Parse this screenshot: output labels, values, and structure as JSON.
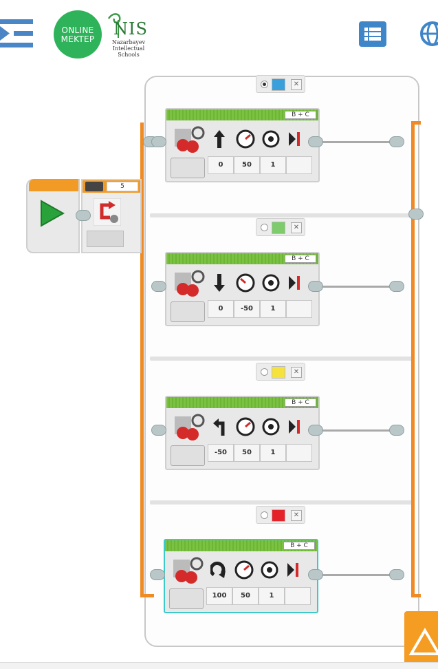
{
  "header": {
    "online_mektep_logo": [
      "ONLINE",
      "MEKTEP"
    ],
    "nis_logo": {
      "title": "NIS",
      "subtitle": [
        "Nazarbayev",
        "Intellectual",
        "Schools"
      ]
    }
  },
  "program": {
    "loop": {
      "count": "5"
    },
    "cases": [
      {
        "selected": true,
        "color": "#3aa0dc",
        "move": {
          "ports": "B + C",
          "steering": "0",
          "power": "50",
          "rotations": "1",
          "direction_icon": "arrow-up-icon",
          "highlighted": false
        }
      },
      {
        "selected": false,
        "color": "#7dcb6a",
        "move": {
          "ports": "B + C",
          "steering": "0",
          "power": "-50",
          "rotations": "1",
          "direction_icon": "arrow-down-icon",
          "highlighted": false
        }
      },
      {
        "selected": false,
        "color": "#f6e23c",
        "move": {
          "ports": "B + C",
          "steering": "-50",
          "power": "50",
          "rotations": "1",
          "direction_icon": "turn-left-icon",
          "highlighted": false
        }
      },
      {
        "selected": false,
        "color": "#e4222a",
        "move": {
          "ports": "B + C",
          "steering": "100",
          "power": "50",
          "rotations": "1",
          "direction_icon": "spin-right-icon",
          "highlighted": true
        }
      }
    ]
  },
  "colors": {
    "online_mektep_green": "#2fb35a",
    "nis_green": "#2a7a36",
    "list_button_blue": "#3f86c8",
    "loop_orange": "#f08a24",
    "move_green": "#7cc242",
    "selected_cyan": "#3cc9c9"
  }
}
